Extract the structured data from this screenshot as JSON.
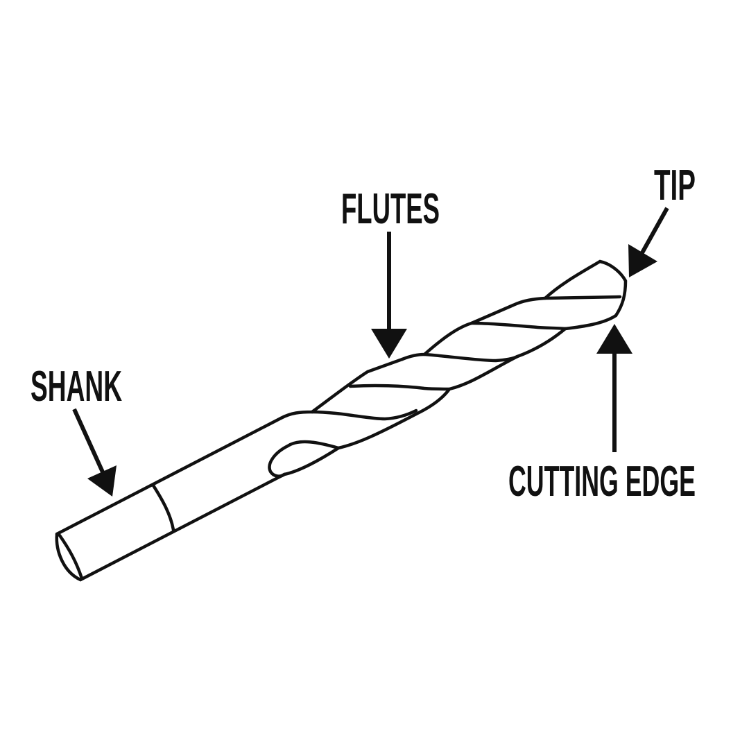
{
  "diagram": {
    "subject": "drill bit",
    "line_color": "#111111",
    "background_color": "#ffffff",
    "labels": {
      "flutes": "FLUTES",
      "tip": "TIP",
      "shank": "SHANK",
      "cutting_edge": "CUTTING EDGE"
    }
  }
}
